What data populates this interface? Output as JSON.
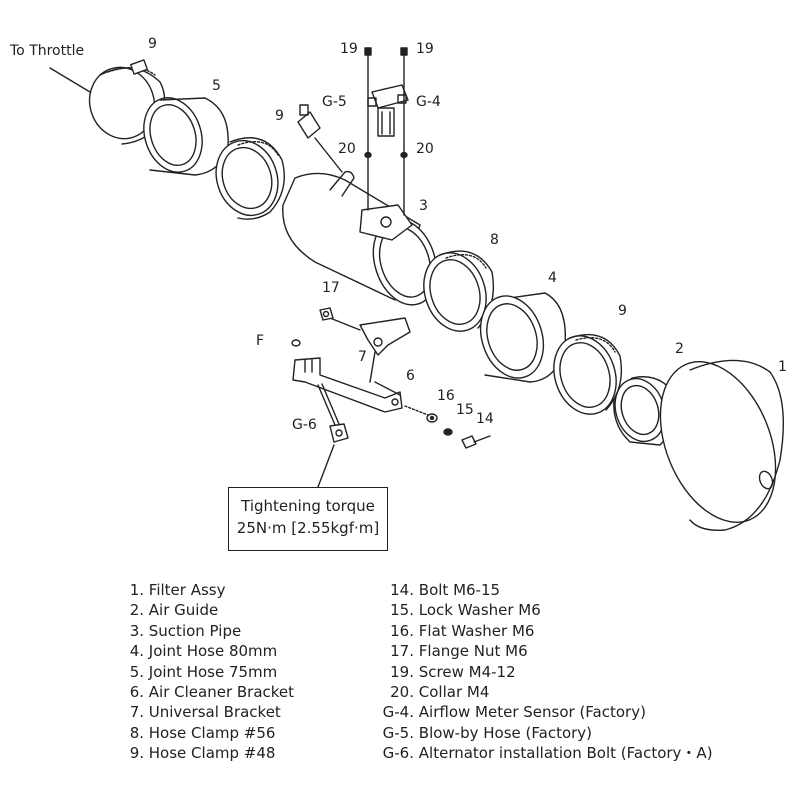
{
  "callouts": {
    "to_throttle": "To Throttle",
    "c9a": "9",
    "c5": "5",
    "c19a": "19",
    "c19b": "19",
    "cG5": "G-5",
    "cG4": "G-4",
    "c9b": "9",
    "c20a": "20",
    "c20b": "20",
    "c3": "3",
    "c8": "8",
    "c4": "4",
    "c17": "17",
    "c9c": "9",
    "c2": "2",
    "c1": "1",
    "cF": "F",
    "c7": "7",
    "c6": "6",
    "c16": "16",
    "c15": "15",
    "c14": "14",
    "cG6": "G-6"
  },
  "torque_box": {
    "line1": "Tightening torque",
    "line2": "25N·m [2.55kgf·m]"
  },
  "parts_left": [
    {
      "num": "1.",
      "name": "Filter Assy"
    },
    {
      "num": "2.",
      "name": "Air Guide"
    },
    {
      "num": "3.",
      "name": "Suction Pipe"
    },
    {
      "num": "4.",
      "name": "Joint Hose 80mm"
    },
    {
      "num": "5.",
      "name": "Joint Hose 75mm"
    },
    {
      "num": "6.",
      "name": "Air Cleaner Bracket"
    },
    {
      "num": "7.",
      "name": "Universal Bracket"
    },
    {
      "num": "8.",
      "name": "Hose Clamp  #56"
    },
    {
      "num": "9.",
      "name": "Hose Clamp  #48"
    }
  ],
  "parts_right": [
    {
      "num": "14.",
      "name": "Bolt  M6-15"
    },
    {
      "num": "15.",
      "name": "Lock Washer  M6"
    },
    {
      "num": "16.",
      "name": "Flat Washer  M6"
    },
    {
      "num": "17.",
      "name": "Flange Nut  M6"
    },
    {
      "num": "19.",
      "name": "Screw  M4-12"
    },
    {
      "num": "20.",
      "name": "Collar  M4"
    },
    {
      "num": "G-4.",
      "name": "Airflow Meter Sensor (Factory)"
    },
    {
      "num": "G-5.",
      "name": "Blow-by Hose (Factory)"
    },
    {
      "num": "G-6.",
      "name": "Alternator installation Bolt (Factory・A)"
    }
  ]
}
